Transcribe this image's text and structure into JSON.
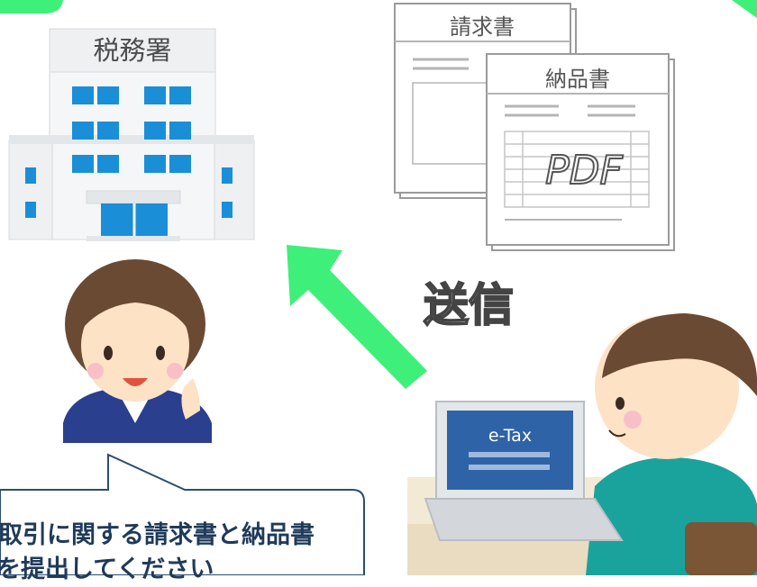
{
  "tax_office": {
    "sign": "税務署"
  },
  "documents": {
    "invoice_title": "請求書",
    "delivery_title": "納品書",
    "pdf_label": "PDF"
  },
  "send_label": "送信",
  "laptop_screen_label": "e-Tax",
  "speech": {
    "line1": "取引に関する請求書と納品書",
    "line2": "を提出してください"
  },
  "colors": {
    "accent_green": "#3ef07a",
    "building_blue": "#1a8fd8",
    "laptop_screen": "#2f63a8",
    "bubble_text": "#1f3a5a"
  }
}
